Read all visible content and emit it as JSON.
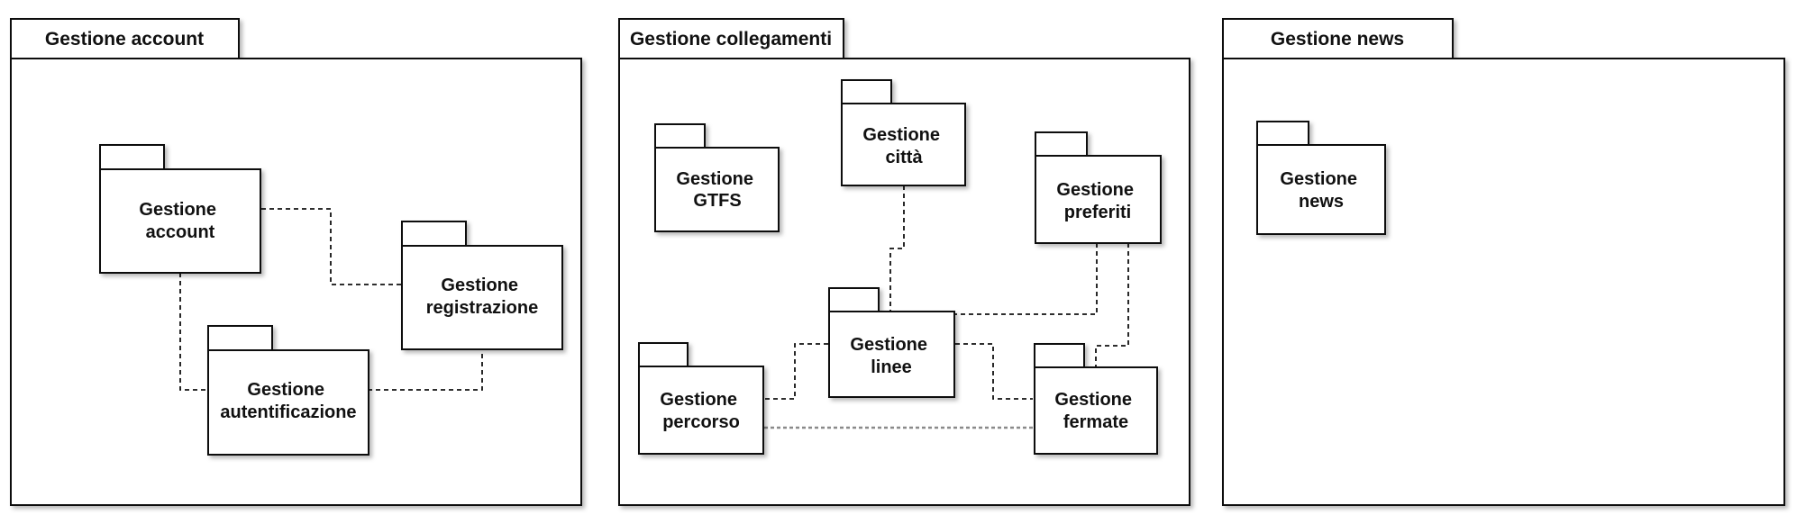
{
  "frames": {
    "account": {
      "title": "Gestione account",
      "packages": {
        "account": [
          "Gestione",
          "account"
        ],
        "registrazione": [
          "Gestione",
          "registrazione"
        ],
        "autentificazione": [
          "Gestione",
          "autentificazione"
        ]
      }
    },
    "collegamenti": {
      "title": "Gestione collegamenti",
      "packages": {
        "gtfs": [
          "Gestione",
          "GTFS"
        ],
        "citta": [
          "Gestione",
          "città"
        ],
        "preferiti": [
          "Gestione",
          "preferiti"
        ],
        "linee": [
          "Gestione",
          "linee"
        ],
        "percorso": [
          "Gestione",
          "percorso"
        ],
        "fermate": [
          "Gestione",
          "fermate"
        ]
      }
    },
    "news": {
      "title": "Gestione news",
      "packages": {
        "news": [
          "Gestione",
          "news"
        ]
      }
    }
  }
}
